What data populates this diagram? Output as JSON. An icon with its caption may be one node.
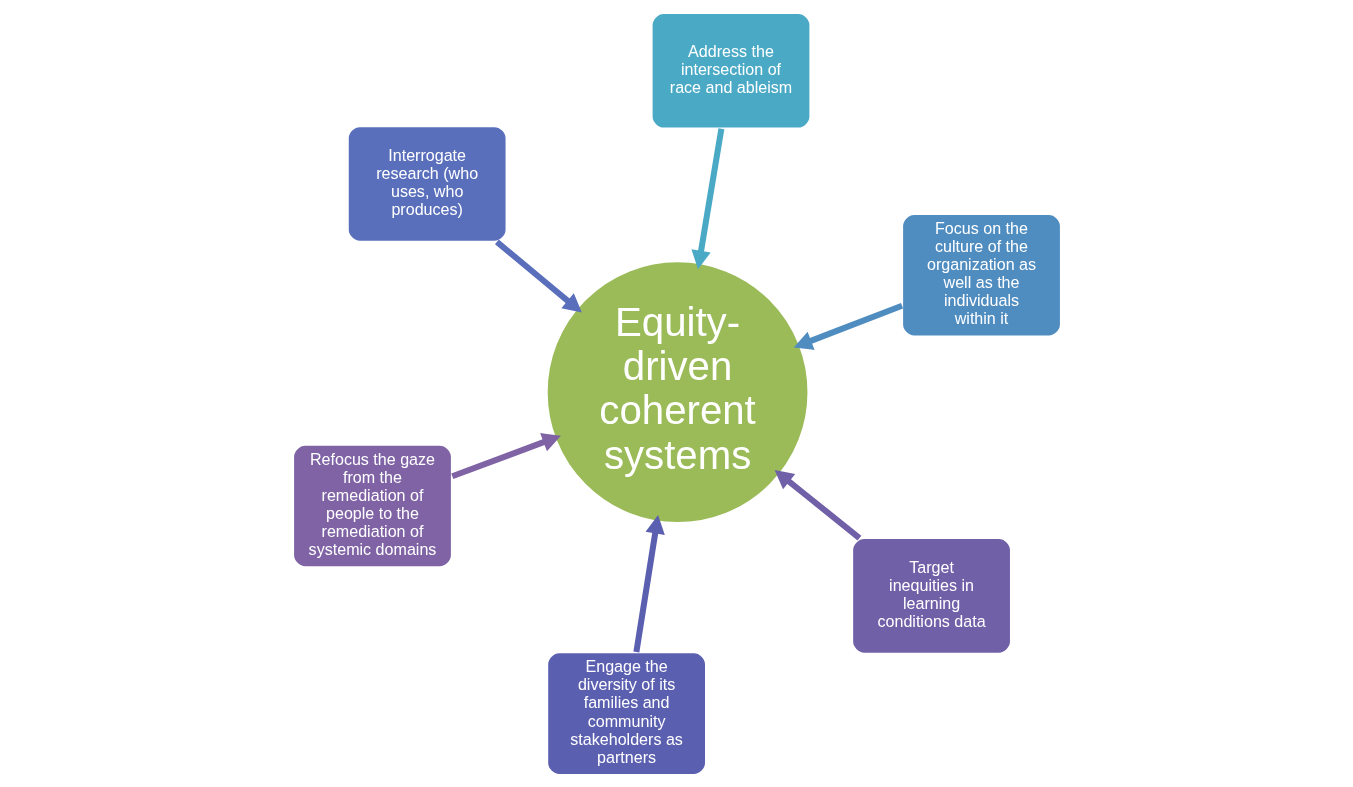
{
  "diagram": {
    "nodes": [
      {
        "text": [
          "Refocus the gaze from the remediation of people to the remediation of systemic domains"
        ]
      },
      {
        "text": [
          "Target inequities in learning conditions data"
        ]
      },
      {
        "text": [
          "Engage the diversity of its families and community stakeholders as partners"
        ]
      },
      {
        "text": [
          "Interrogate research (who uses, who produces)"
        ]
      },
      {
        "text": [
          "Focus on the culture of the organization as well as the individuals within it"
        ]
      },
      {
        "text": [
          "Address the intersection of race and ableism"
        ]
      },
      {
        "text": [
          "Equity-driven coherent systems"
        ]
      }
    ],
    "edges": [
      {
        "from": 0,
        "to": 6,
        "arrow": "to",
        "color": "#7f63a5"
      },
      {
        "from": 1,
        "to": 6,
        "arrow": "to",
        "color": "#7060a8"
      },
      {
        "from": 2,
        "to": 6,
        "arrow": "to",
        "color": "#5b5fb0"
      },
      {
        "from": 3,
        "to": 6,
        "arrow": "to",
        "color": "#5a6fbc"
      },
      {
        "from": 4,
        "to": 6,
        "arrow": "to",
        "color": "#4f8cc0"
      },
      {
        "from": 5,
        "to": 6,
        "arrow": "to",
        "color": "#4aaac6"
      }
    ]
  }
}
